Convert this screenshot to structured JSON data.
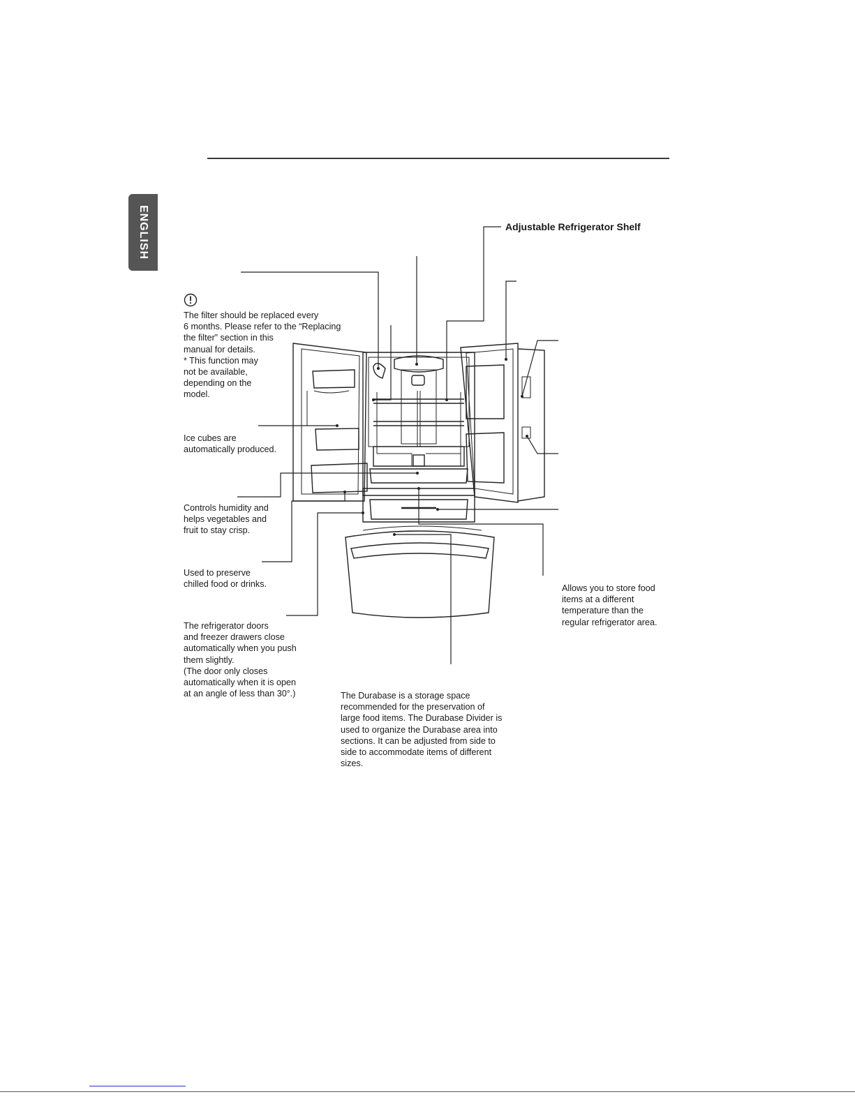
{
  "side_tab": {
    "label": "ENGLISH"
  },
  "callouts": {
    "shelf_heading": "Adjustable Refrigerator Shelf",
    "filter_note": "The filter should be replaced every\n6 months. Please refer to the “Replacing\nthe filter” section in this\nmanual for details.\n* This function may\n   not be available,\n   depending on the\n   model.",
    "ice": "Ice cubes are\nautomatically produced.",
    "crisper": "Controls humidity and\nhelps vegetables and\nfruit to stay crisp.",
    "chill": "Used to preserve\nchilled food or drinks.",
    "doors": "The refrigerator doors\nand freezer drawers close\nautomatically when you push\nthem slightly.\n(The door only closes\nautomatically when it is open\nat an angle of less than 30°.)",
    "pantry": "Allows you to store food\nitems at a different\ntemperature than the\nregular refrigerator area.",
    "durabase": "The Durabase is a storage space\nrecommended for the preservation of\nlarge food items. The Durabase Divider is\nused to organize the Durabase area into\nsections. It can be adjusted from side to\nside to accommodate items of different\nsizes."
  },
  "icons": {
    "caution": "caution-icon"
  }
}
